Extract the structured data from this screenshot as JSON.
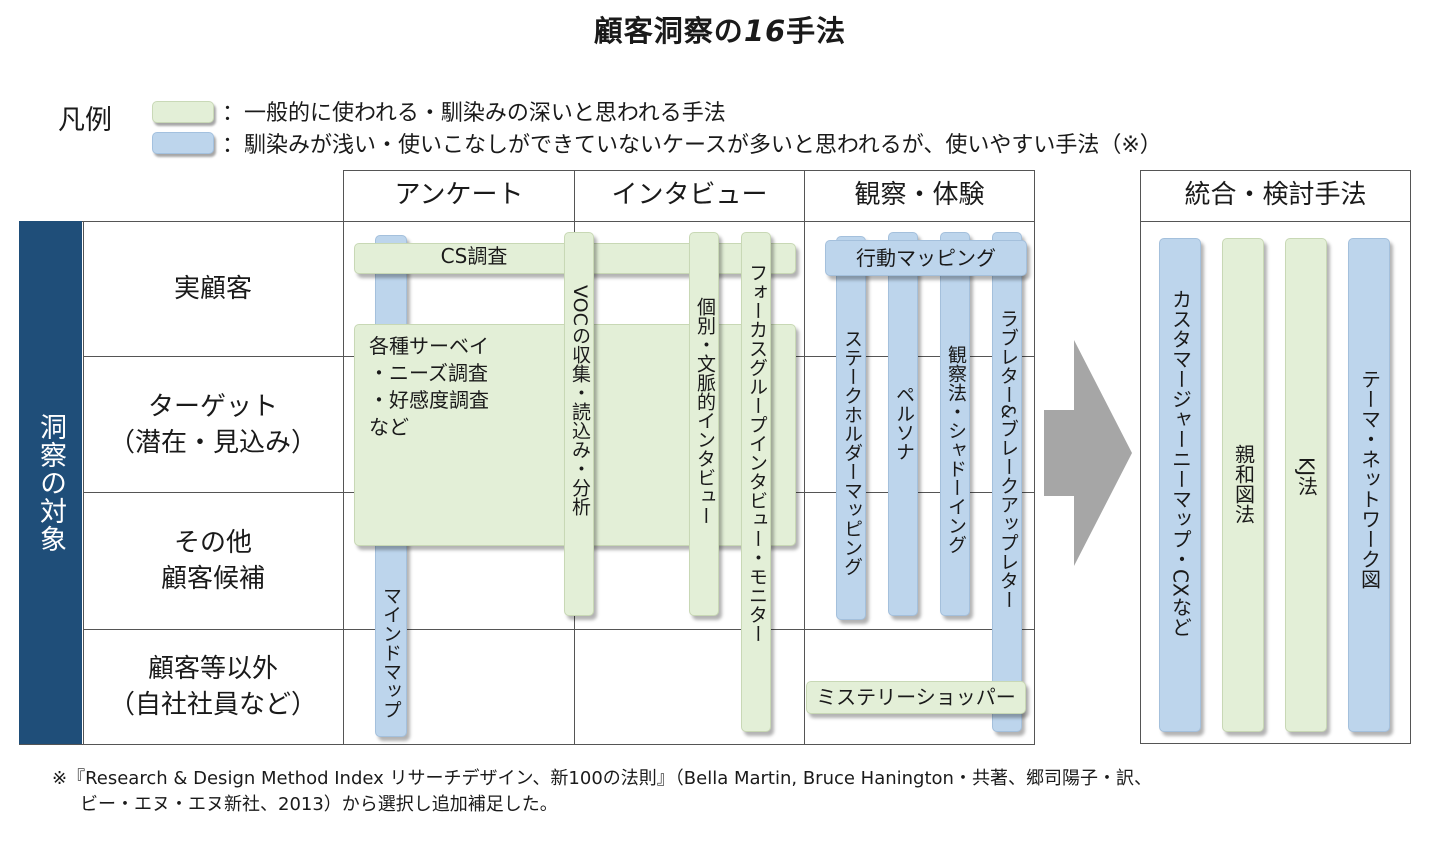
{
  "title": {
    "main": "顧客洞察の",
    "num": "16",
    "suffix": "手法"
  },
  "legend": {
    "label": "凡例",
    "green_text": "：一般的に使われる・馴染みの深いと思われる手法",
    "blue_text": "：馴染みが浅い・使いこなしができていないケースが多いと思われるが、使いやすい手法（※）",
    "colors": {
      "green": "#e3efd7",
      "blue": "#bdd5ec"
    }
  },
  "columns": {
    "survey": "アンケート",
    "interview": "インタビュー",
    "observation": "観察・体験",
    "integration": "統合・検討手法"
  },
  "side_label": "洞察の対象",
  "rows": {
    "r1": [
      "実顧客"
    ],
    "r2": [
      "ターゲット",
      "（潜在・見込み）"
    ],
    "r3": [
      "その他",
      "顧客候補"
    ],
    "r4": [
      "顧客等以外",
      "（自社社員など）"
    ]
  },
  "methods": {
    "cs": "CS調査",
    "survey_lines": [
      "各種サーベイ",
      "・ニーズ調査",
      "・好感度調査",
      "など"
    ],
    "mindmap": "マインドマップ",
    "voc": "VOCの収集・読込み・分析",
    "individual": "個別・文脈的インタビュー",
    "focus": "フォーカスグループインタビュー・モニター",
    "behavior": "行動マッピング",
    "stakeholder": "ステークホルダーマッピング",
    "persona": "ペルソナ",
    "observation": "観察法・シャドーイング",
    "lovelater": "ラブレター&ブレークアップレター",
    "mystery": "ミステリーショッパー",
    "cjm": "カスタマージャーニーマップ・CXなど",
    "affinity": "親和図法",
    "kj": "KJ法",
    "theme": "テーマ・ネットワーク図"
  },
  "footnote": {
    "line1": "※『Research & Design Method Index リサーチデザイン、新100の法則』（Bella Martin, Bruce Hanington・共著、郷司陽子・訳、",
    "line2": "ビー・エヌ・エヌ新社、2013）から選択し追加補足した。"
  }
}
